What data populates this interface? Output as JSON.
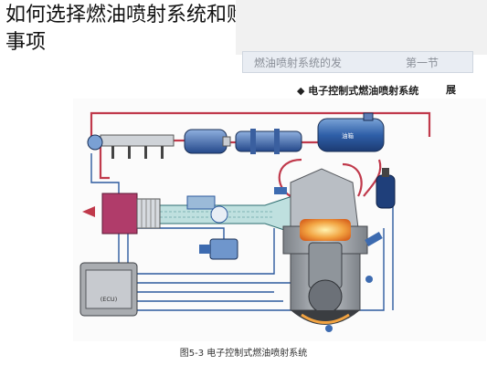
{
  "title": "如何选择燃油喷射系统和购买燃油喷射系统时的注意事项",
  "banner": {
    "left": "第一节",
    "right": "燃油喷射系统的发"
  },
  "section_heading": "◆ 电子控制式燃油喷射系统",
  "section_side": "展",
  "figure_caption": "图5-3 电子控制式燃油喷射系统",
  "labels": {
    "fuel_tank": "油箱",
    "ecu": "(ECU)",
    "ecu_name": "",
    "fuel_rail": "",
    "fuel_filter": "",
    "fuel_pump": "",
    "air_flow_meter": "",
    "throttle": "",
    "injector": "",
    "ignition_coil": "",
    "oxygen_sensor": "",
    "coolant_sensor": "",
    "crank_sensor": ""
  },
  "colors": {
    "fuel_line": "#c0394b",
    "signal_line": "#2d5a9e",
    "air_path": "#7fb3b5",
    "engine_block": "#9ea3a8",
    "combustion": "#f2a341"
  }
}
